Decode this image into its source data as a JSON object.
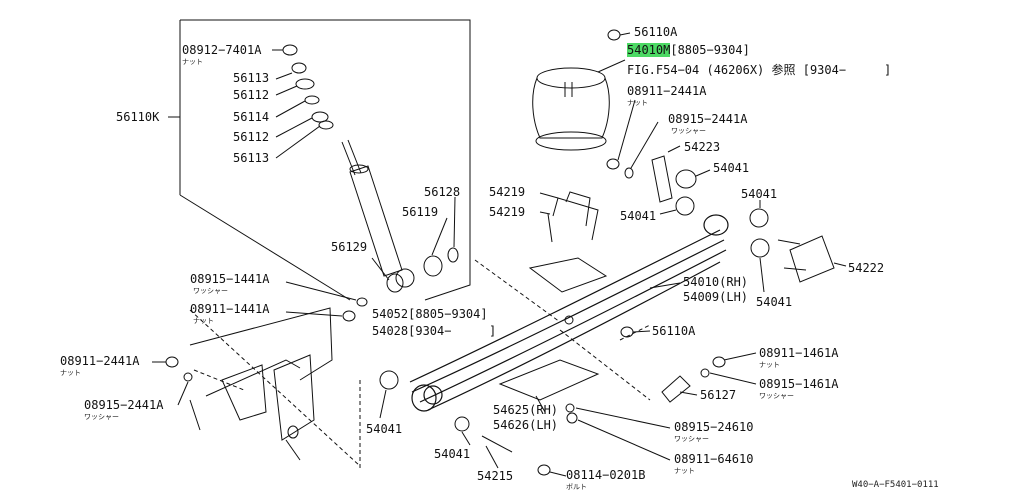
{
  "labels": {
    "n56110a_top": "56110A",
    "n54010m": "54010M",
    "n54010m_range": "[8805−9304]",
    "fig_ref": "FIG.F54−04 (46206X) 参照 [9304−",
    "fig_ref_end": "]",
    "n08911_2441a_r": "08911−2441A",
    "n08915_2441a_r": "08915−2441A",
    "n54223": "54223",
    "n54041_a": "54041",
    "n54041_b": "54041",
    "n54041_c": "54041",
    "n54041_d": "54041",
    "n54041_e": "54041",
    "n54041_f": "54041",
    "n54222": "54222",
    "n54219_a": "54219",
    "n54219_b": "54219",
    "n54010_rh": "54010(RH)",
    "n54009_lh": "54009(LH)",
    "n56110a_mid": "56110A",
    "n54052": "54052[8805−9304]",
    "n54028": "54028[9304−",
    "n54028_end": "]",
    "n08912_7401a": "08912−7401A",
    "n56113_a": "56113",
    "n56112_a": "56112",
    "n56114": "56114",
    "n56112_b": "56112",
    "n56113_b": "56113",
    "n56110k": "56110K",
    "n56128": "56128",
    "n56119": "56119",
    "n56129": "56129",
    "n08915_1441a": "08915−1441A",
    "n08911_1441a": "08911−1441A",
    "n08911_2441a_l": "08911−2441A",
    "n08915_2441a_l": "08915−2441A",
    "n08911_1461a": "08911−1461A",
    "n08915_1461a": "08915−1461A",
    "n56127": "56127",
    "n54625": "54625(RH)",
    "n54626": "54626(LH)",
    "n08915_24610": "08915−24610",
    "n08911_64610": "08911−64610",
    "n54215": "54215",
    "n08114_0201b": "08114−0201B",
    "doc_code": "W40−A−F5401−0111"
  },
  "subs": {
    "nut": "ナット",
    "washer": "ワッシャー",
    "bolt": "ボルト"
  },
  "colors": {
    "highlight": "#4cd964",
    "ink": "#111111"
  }
}
